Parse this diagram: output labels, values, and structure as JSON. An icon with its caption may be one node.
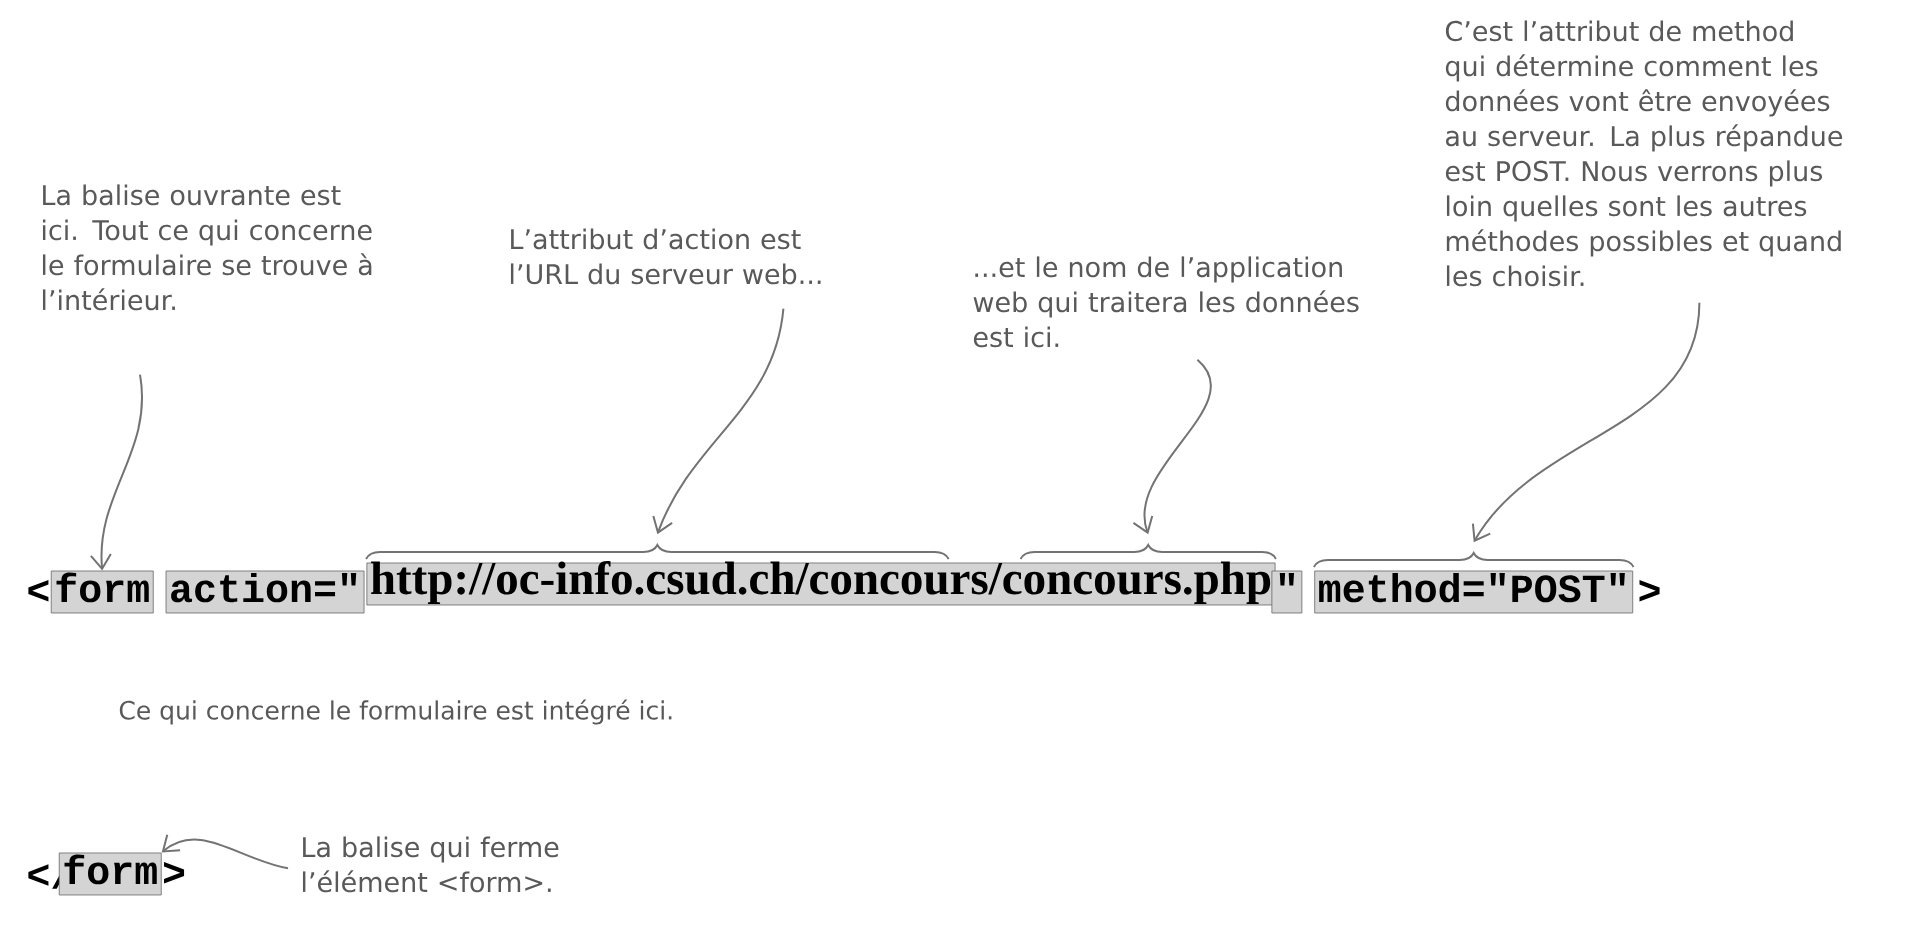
{
  "diagram": {
    "nodes": [
      {
        "text": [
          "La balise ouvrante est ici. Tout ce qui concerne le formulaire se trouve à l’intérieur."
        ]
      },
      {
        "text": [
          "form"
        ]
      },
      {
        "text": [
          "action=\""
        ]
      },
      {
        "text": [
          "http://oc-info.csud.ch/concours/concours.php"
        ]
      },
      {
        "text": [
          "\""
        ]
      },
      {
        "text": [
          "method=\"POST\""
        ]
      },
      {
        "text": [
          "L’attribut d’action est l’URL du serveur web..."
        ]
      },
      {
        "text": [],
        "shape": "brace"
      },
      {
        "text": [
          "...et le nom de l’application web qui traitera les données est ici."
        ]
      },
      {
        "text": [],
        "shape": "brace"
      },
      {
        "text": [
          "C’est l’attribut de method qui détermine comment les données vont être envoyées au serveur. La plus répandue est POST. Nous verrons plus loin quelles sont les autres méthodes possibles et quand les choisir."
        ]
      },
      {
        "text": [],
        "shape": "brace"
      },
      {
        "text": [
          "La balise qui ferme l’élément <form>."
        ]
      },
      {
        "text": [
          "form"
        ]
      }
    ],
    "edges": [
      {
        "from": 0,
        "to": 1,
        "arrow": "to"
      },
      {
        "from": 6,
        "to": 7,
        "arrow": "to"
      },
      {
        "from": 8,
        "to": 9,
        "arrow": "to"
      },
      {
        "from": 10,
        "to": 11,
        "arrow": "to"
      },
      {
        "from": 12,
        "to": 13,
        "arrow": "to"
      }
    ],
    "labels": [
      "<",
      ">",
      "Ce qui concerne le formulaire est intégré ici.",
      "</",
      ">"
    ]
  }
}
